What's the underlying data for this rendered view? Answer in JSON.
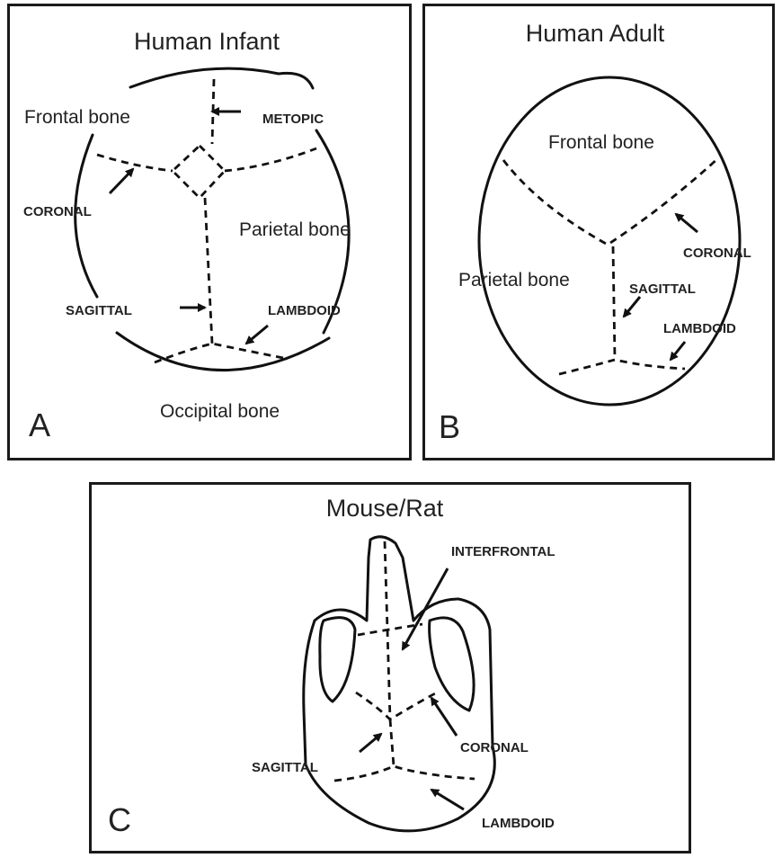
{
  "panel_a": {
    "title": "Human Infant",
    "letter": "A",
    "bones": {
      "frontal": "Frontal bone",
      "parietal": "Parietal bone",
      "occipital": "Occipital bone"
    },
    "sutures": {
      "metopic": "METOPIC",
      "coronal": "CORONAL",
      "sagittal": "SAGITTAL",
      "lambdoid": "LAMBDOID"
    }
  },
  "panel_b": {
    "title": "Human Adult",
    "letter": "B",
    "bones": {
      "frontal": "Frontal bone",
      "parietal": "Parietal bone"
    },
    "sutures": {
      "coronal": "CORONAL",
      "sagittal": "SAGITTAL",
      "lambdoid": "LAMBDOID"
    }
  },
  "panel_c": {
    "title": "Mouse/Rat",
    "letter": "C",
    "sutures": {
      "interfrontal": "INTERFRONTAL",
      "sagittal": "SAGITTAL",
      "coronal": "CORONAL",
      "lambdoid": "LAMBDOID"
    }
  }
}
